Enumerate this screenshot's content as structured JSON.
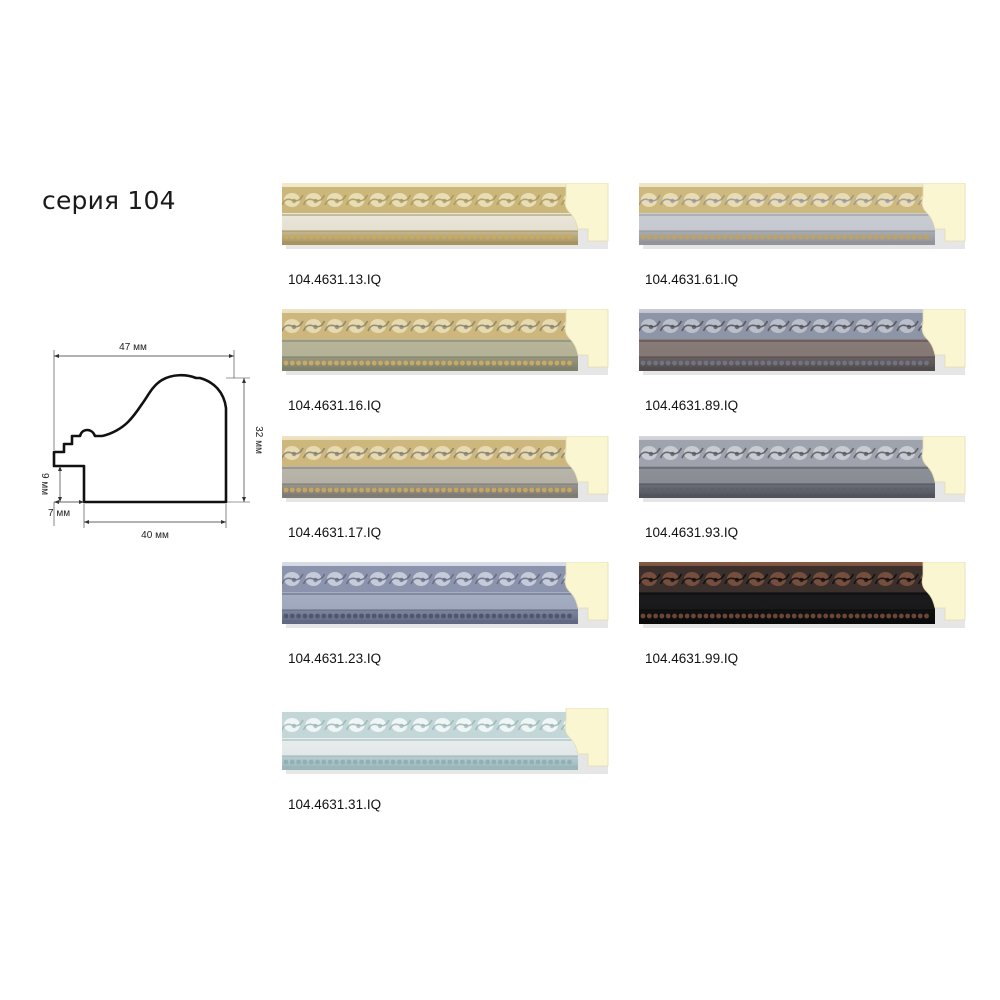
{
  "series": {
    "title": "серия 104"
  },
  "profile": {
    "width_label": "47 мм",
    "height_label": "32 мм",
    "base_label": "40 мм",
    "rebate_width_label": "7 мм",
    "rebate_depth_label": "9 мм"
  },
  "samples": [
    {
      "code": "104.4631.13.IQ",
      "finish": "gold",
      "base": "#e9e6da",
      "ornament": "#cbb779",
      "highlight": "#f2e9c8",
      "shadow": "#a5915c",
      "beads": "#c7a960"
    },
    {
      "code": "104.4631.61.IQ",
      "finish": "gold-silver",
      "base": "#c9cdd2",
      "ornament": "#cdb97e",
      "highlight": "#f1e8c8",
      "shadow": "#8f9299",
      "beads": "#c0a35e"
    },
    {
      "code": "104.4631.16.IQ",
      "finish": "gold-green",
      "base": "#b7b59a",
      "ornament": "#cdb77c",
      "highlight": "#efe4c2",
      "shadow": "#7e7f6a",
      "beads": "#c9aa62"
    },
    {
      "code": "104.4631.89.IQ",
      "finish": "bronze-silver",
      "base": "#8a7b78",
      "ornament": "#8d95a6",
      "highlight": "#c9cdd8",
      "shadow": "#4f4a4c",
      "beads": "#6f7385"
    },
    {
      "code": "104.4631.17.IQ",
      "finish": "gold-grey",
      "base": "#b9b5aa",
      "ornament": "#cdb77c",
      "highlight": "#efe4c2",
      "shadow": "#7d7a72",
      "beads": "#c5a660"
    },
    {
      "code": "104.4631.93.IQ",
      "finish": "silver",
      "base": "#8d9098",
      "ornament": "#9fa3ad",
      "highlight": "#d6d8de",
      "shadow": "#4f525b",
      "beads": "#5d6069"
    },
    {
      "code": "104.4631.23.IQ",
      "finish": "blue-silver",
      "base": "#a4adc2",
      "ornament": "#8b93ad",
      "highlight": "#d9dde8",
      "shadow": "#5f6780",
      "beads": "#4e5670"
    },
    {
      "code": "104.4631.99.IQ",
      "finish": "black-copper",
      "base": "#1b1b1d",
      "ornament": "#3a2f2b",
      "highlight": "#8a5a44",
      "shadow": "#0a0a0b",
      "beads": "#6b4636"
    },
    {
      "code": "104.4631.31.IQ",
      "finish": "white-turquoise",
      "base": "#e8ecec",
      "ornament": "#c3d7d8",
      "highlight": "#ffffff",
      "shadow": "#97b4b8",
      "beads": "#8fb0b5"
    }
  ]
}
